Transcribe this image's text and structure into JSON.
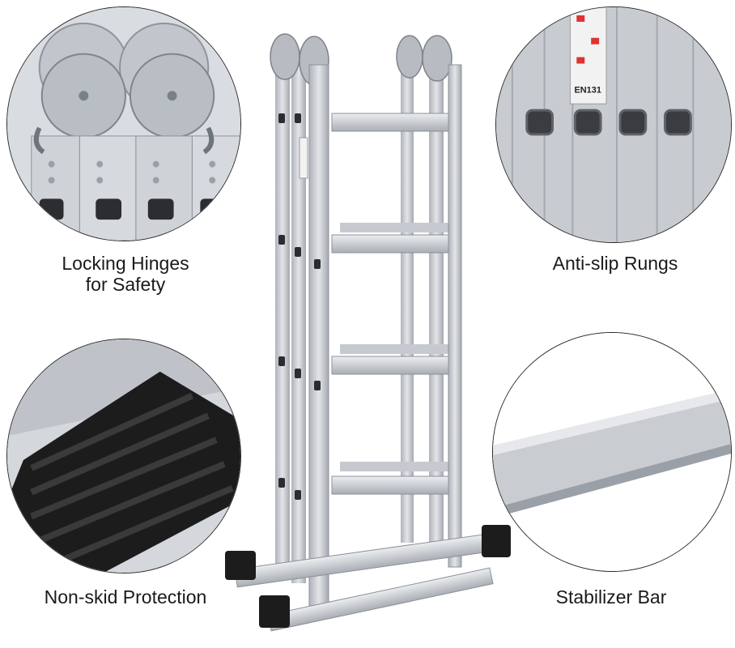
{
  "features": {
    "top_left": {
      "label": "Locking Hinges\nfor Safety",
      "icon": "hinge-closeup"
    },
    "top_right": {
      "label": "Anti-slip Rungs",
      "icon": "rung-closeup",
      "sticker_text": "EN131"
    },
    "bottom_left": {
      "label": "Non-skid Protection",
      "icon": "rubber-foot-closeup"
    },
    "bottom_right": {
      "label": "Stabilizer Bar",
      "icon": "stabilizer-bar-closeup"
    }
  },
  "product": {
    "name": "multi-purpose folding aluminium ladder",
    "label_text": "EN131"
  },
  "colors": {
    "aluminium": "#c9ccd1",
    "aluminium_dark": "#9aa0a8",
    "rubber": "#1c1c1c",
    "text": "#1a1a1a"
  }
}
